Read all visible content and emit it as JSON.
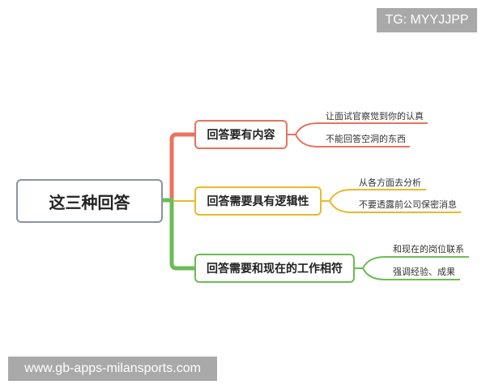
{
  "watermarks": {
    "top_right": "TG: MYYJJPP",
    "bottom_left": "www.gb-apps-milansports.com"
  },
  "mindmap": {
    "root": {
      "label": "这三种回答",
      "border_color": "#8a93a3"
    },
    "branches": [
      {
        "label": "回答要有内容",
        "color": "#e8735e",
        "leaves": [
          {
            "label": "让面试官察觉到你的认真"
          },
          {
            "label": "不能回答空洞的东西"
          }
        ]
      },
      {
        "label": "回答需要具有逻辑性",
        "color": "#e8b92c",
        "leaves": [
          {
            "label": "从各方面去分析"
          },
          {
            "label": "不要透露前公司保密消息"
          }
        ]
      },
      {
        "label": "回答需要和现在的工作相符",
        "color": "#6cbc55",
        "leaves": [
          {
            "label": "和现在的岗位联系"
          },
          {
            "label": "强调经验、成果"
          }
        ]
      }
    ]
  }
}
